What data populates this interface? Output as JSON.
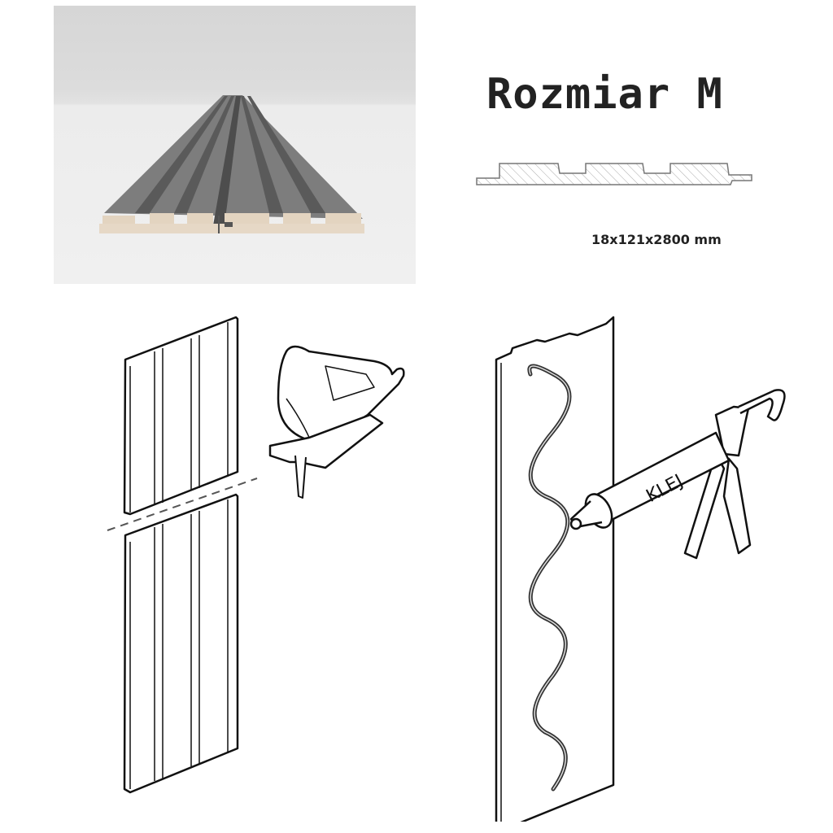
{
  "product": {
    "title": "Rozmiar M",
    "dimensions": "18x121x2800 mm",
    "colors": {
      "panel_face": "#7a7a7a",
      "mdf_edge": "#e3d4c0",
      "background": "#ffffff",
      "line": "#111111"
    }
  },
  "photo": {
    "description": "Grey slatted wall panel rendering showing profile"
  },
  "instructions": {
    "step_cut": {
      "description": "Cut panel with jigsaw along dashed line"
    },
    "step_glue": {
      "glue_label": "KLEJ",
      "description": "Apply adhesive in wavy line on back of panel"
    }
  }
}
